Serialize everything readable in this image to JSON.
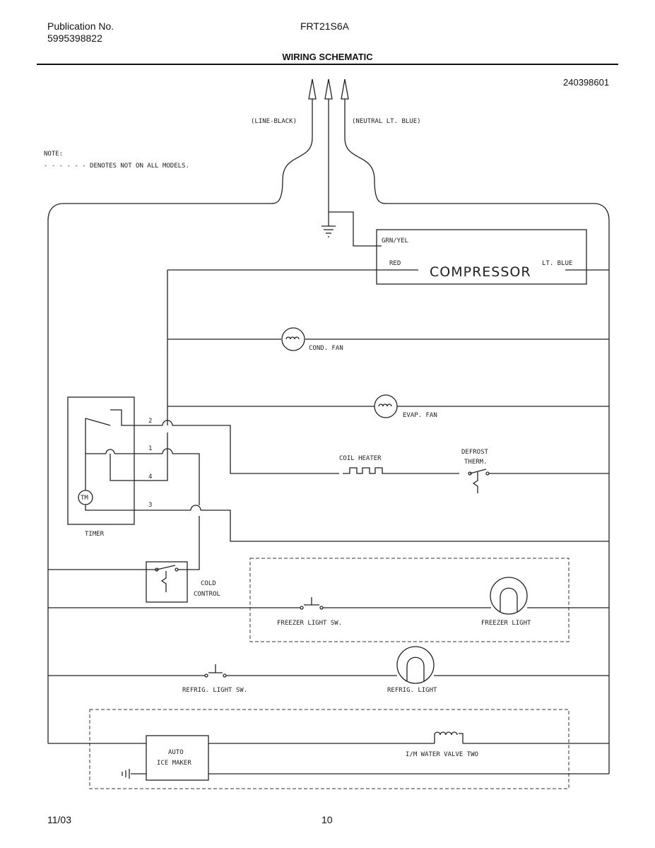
{
  "header": {
    "publication_label": "Publication No.",
    "publication_number": "5995398822",
    "model": "FRT21S6A",
    "title": "WIRING SCHEMATIC",
    "doc_number": "240398601"
  },
  "footer": {
    "date": "11/03",
    "page": "10"
  },
  "supply": {
    "line": "(LINE-BLACK)",
    "neutral": "(NEUTRAL LT. BLUE)"
  },
  "note": {
    "label": "NOTE:",
    "text": "- - - - - - DENOTES NOT ON ALL MODELS."
  },
  "compressor": {
    "name": "COMPRESSOR",
    "grn": "GRN/YEL",
    "red": "RED",
    "blue": "LT. BLUE"
  },
  "components": {
    "cond_fan": "COND. FAN",
    "evap_fan": "EVAP. FAN",
    "coil_heater": "COIL HEATER",
    "defrost_1": "DEFROST",
    "defrost_2": "THERM.",
    "timer": "TIMER",
    "timer_motor": "TM",
    "cold_1": "COLD",
    "cold_2": "CONTROL",
    "freezer_sw": "FREEZER LIGHT SW.",
    "freezer_light": "FREEZER LIGHT",
    "refrig_sw": "REFRIG. LIGHT SW.",
    "refrig_light": "REFRIG. LIGHT",
    "ice_1": "AUTO",
    "ice_2": "ICE MAKER",
    "valve": "I/M WATER VALVE TWO"
  },
  "terminals": {
    "t2": "2",
    "t1": "1",
    "t4": "4",
    "t3": "3"
  }
}
